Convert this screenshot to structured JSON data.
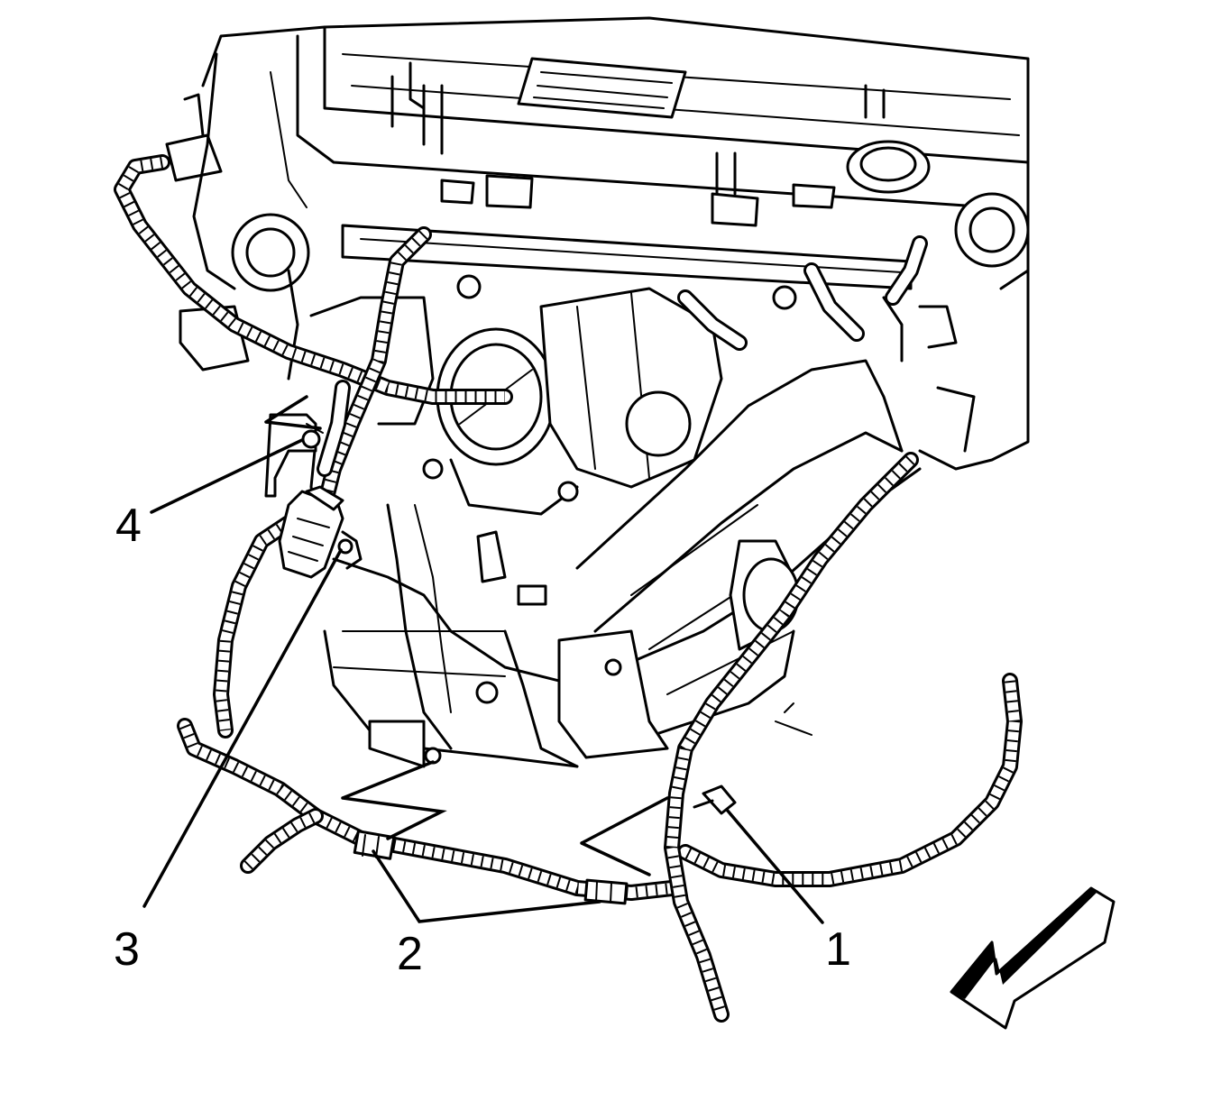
{
  "callouts": [
    {
      "id": "1",
      "label": "1"
    },
    {
      "id": "2",
      "label": "2"
    },
    {
      "id": "3",
      "label": "3"
    },
    {
      "id": "4",
      "label": "4"
    }
  ],
  "icons": {
    "view_direction": "view-direction-arrow-icon"
  },
  "colors": {
    "line": "#000000",
    "background": "#ffffff"
  }
}
